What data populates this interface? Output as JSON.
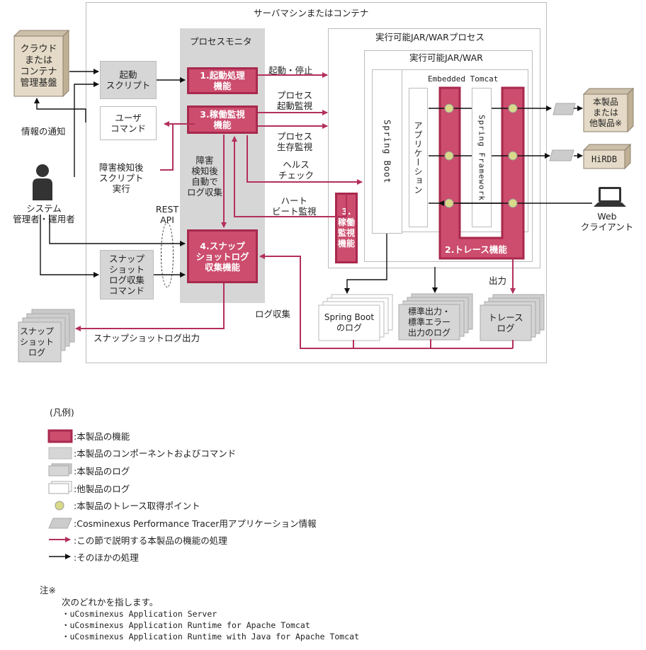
{
  "server": {
    "title": "サーバマシンまたはコンテナ"
  },
  "process_monitor": {
    "title": "プロセスモニタ",
    "f1": "1.起動処理\n機能",
    "f3": "3.稼働監視\n機能",
    "f4": "4.スナップ\nショットログ\n収集機能"
  },
  "jar_process": {
    "title": "実行可能JAR/WARプロセス",
    "inner_title": "実行可能JAR/WAR",
    "tomcat": "Embedded Tomcat",
    "spring_boot": "Spring Boot",
    "application": "アプリケーション",
    "spring_framework": "Spring Framework",
    "f3_small": "3.\n稼働\n監視\n機能",
    "f2": "2.トレース機能"
  },
  "left": {
    "cloud": "クラウド\nまたは\nコンテナ\n管理基盤",
    "startup_script": "起動\nスクリプト",
    "user_command": "ユーザ\nコマンド",
    "notify": "情報の通知",
    "failure_script": "障害検知後\nスクリプト\n実行",
    "admin": "システム\n管理者・運用者",
    "rest_api": "REST\nAPI",
    "snap_cmd": "スナップ\nショット\nログ収集\nコマンド",
    "snap_log": "スナップ\nショット\nログ"
  },
  "labels": {
    "start_stop": "起動・停止",
    "proc_start": "プロセス\n起動監視",
    "proc_alive": "プロセス\n生存監視",
    "health": "ヘルス\nチェック",
    "heartbeat": "ハート\nビート監視",
    "auto_collect": "障害\n検知後\n自動で\nログ収集",
    "log_collect": "ログ収集",
    "snap_out": "スナップショットログ出力",
    "output": "出力"
  },
  "logs": {
    "spring": "Spring Boot\nのログ",
    "stdout": "標準出力・\n標準エラー\n出力のログ",
    "trace": "トレース\nログ"
  },
  "right": {
    "product": "本製品\nまたは\n他製品※",
    "hirdb": "HiRDB",
    "web": "Web\nクライアント"
  },
  "legend": {
    "title": "(凡例)",
    "items": [
      ":本製品の機能",
      ":本製品のコンポーネントおよびコマンド",
      ":本製品のログ",
      ":他製品のログ",
      ":本製品のトレース取得ポイント",
      ":Cosminexus Performance Tracer用アプリケーション情報",
      ":この節で説明する本製品の機能の処理",
      ":そのほかの処理"
    ]
  },
  "note": {
    "title": "注※",
    "lines": [
      "次のどれかを指します。",
      "・uCosminexus Application Server",
      "・uCosminexus Application Runtime for Apache Tomcat",
      "・uCosminexus Application Runtime with Java for Apache Tomcat"
    ]
  },
  "colors": {
    "function": "#cc4d6e",
    "function_border": "#a8294d",
    "component": "#d6d6d6",
    "trace_point": "#d9d98a",
    "flow": "#b3305a"
  }
}
